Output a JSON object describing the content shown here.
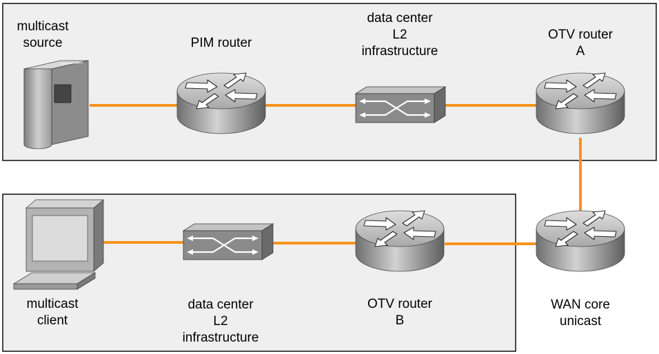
{
  "colors": {
    "link": "#f7931e",
    "panel_fill": "#efefef",
    "panel_border": "#1a1a1a"
  },
  "labels": {
    "multicast_source": [
      "multicast",
      "source"
    ],
    "pim_router": [
      "PIM router"
    ],
    "dc_l2_top": [
      "data center",
      "L2",
      "infrastructure"
    ],
    "otv_router_a": [
      "OTV router",
      "A"
    ],
    "multicast_client": [
      "multicast",
      "client"
    ],
    "dc_l2_bottom": [
      "data center",
      "L2",
      "infrastructure"
    ],
    "otv_router_b": [
      "OTV router",
      "B"
    ],
    "wan_core": [
      "WAN core",
      "unicast"
    ]
  },
  "icons": {
    "multicast_source": "server-icon",
    "pim_router": "router-icon",
    "dc_l2_top": "switch-icon",
    "otv_router_a": "router-icon",
    "multicast_client": "workstation-icon",
    "dc_l2_bottom": "switch-icon",
    "otv_router_b": "router-icon",
    "wan_core": "router-icon"
  }
}
